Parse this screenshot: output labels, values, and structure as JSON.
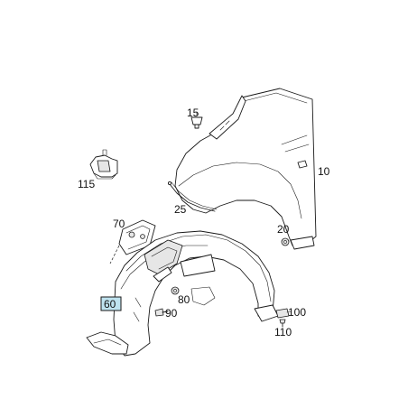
{
  "parts": {
    "fender": "10",
    "clip_15": "15",
    "seal_strip": "25",
    "bolt_20": "20",
    "bracket_70": "70",
    "wheel_liner": "60",
    "nut_80": "80",
    "screw_90": "90",
    "clip_100": "100",
    "screw_110": "110",
    "bracket_115": "115"
  },
  "highlight_color": "#bfe3ef"
}
